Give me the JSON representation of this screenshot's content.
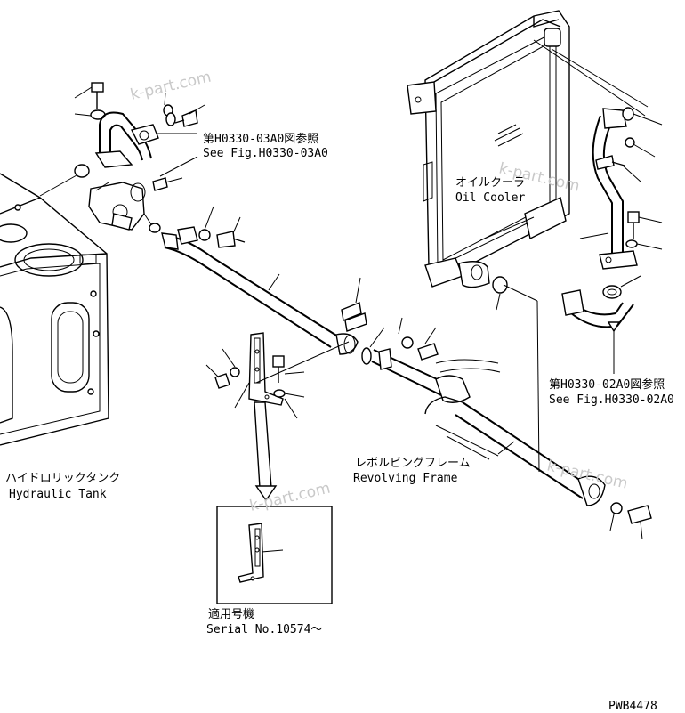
{
  "labels": {
    "ref_top_jp": "第H0330-03A0図参照",
    "ref_top_en": "See Fig.H0330-03A0",
    "oil_cooler_jp": "オイルクーラ",
    "oil_cooler_en": "Oil Cooler",
    "ref_right_jp": "第H0330-02A0図参照",
    "ref_right_en": "See Fig.H0330-02A0",
    "tank_jp": "ハイドロリックタンク",
    "tank_en": "Hydraulic Tank",
    "frame_jp": "レボルビングフレーム",
    "frame_en": "Revolving Frame",
    "serial_jp": "適用号機",
    "serial_en": "Serial No.10574～",
    "drawing_code": "PWB4478"
  },
  "watermarks": [
    "k-part.com",
    "k-part.com",
    "k-part.com",
    "k-part.com"
  ]
}
